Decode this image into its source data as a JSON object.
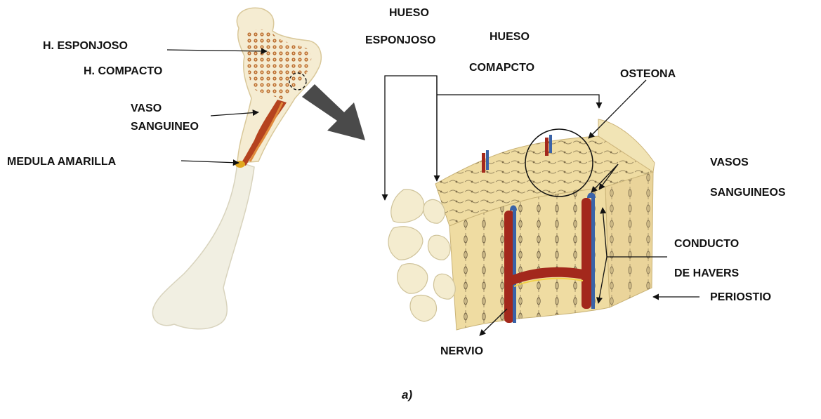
{
  "labels": {
    "h_esponjoso": "H. ESPONJOSO",
    "h_compacto": "H. COMPACTO",
    "vaso_1": "VASO",
    "vaso_2": "SANGUINEO",
    "medula": "MEDULA AMARILLA",
    "hueso_esp_1": "HUESO",
    "hueso_esp_2": "ESPONJOSO",
    "hueso_comp_1": "HUESO",
    "hueso_comp_2": "COMAPCTO",
    "osteona": "OSTEONA",
    "vasos_1": "VASOS",
    "vasos_2": "SANGUINEOS",
    "conducto_1": "CONDUCTO",
    "conducto_2": "DE HAVERS",
    "periostio": "PERIOSTIO",
    "nervio": "NERVIO"
  },
  "caption": "a)",
  "colors": {
    "bone": "#f3eed8",
    "cortex": "#e8d69a",
    "spongy": "#c9772e",
    "marrow": "#b5431f",
    "vessel_red": "#a3281c",
    "vessel_blue": "#3a63a8",
    "big_arrow": "#4a4a4a",
    "line": "#111111"
  }
}
